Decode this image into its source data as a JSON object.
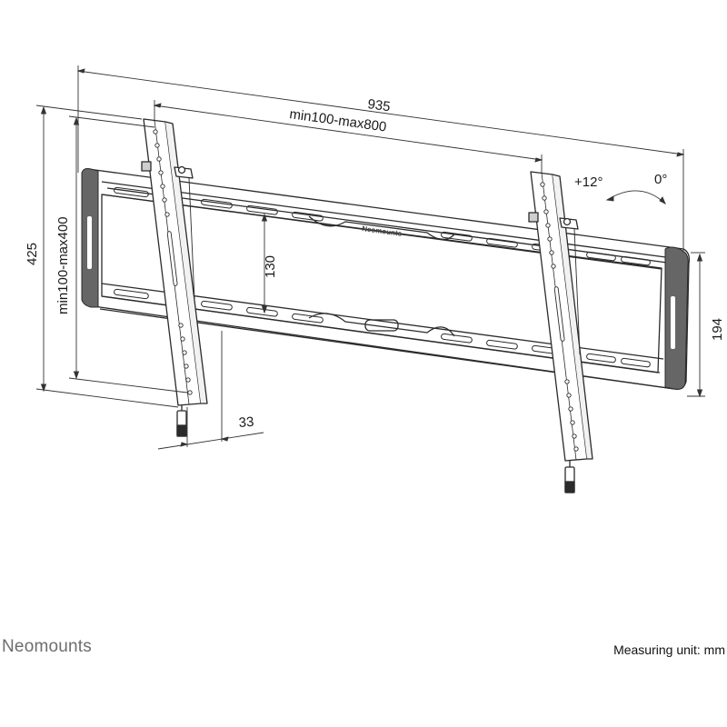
{
  "diagram": {
    "dimensions": {
      "overall_width": "935",
      "vesa_horizontal": "min100-max800",
      "overall_height": "425",
      "vesa_vertical": "min100-max400",
      "rail_spacing": "130",
      "plate_height": "194",
      "wall_distance": "33",
      "tilt_angle": "+12°",
      "zero_angle": "0°"
    },
    "plate_brand": "Neomounts"
  },
  "footer": {
    "brand": "Neomounts",
    "measuring_unit": "Measuring unit: mm"
  },
  "colors": {
    "line": "#2b2b2b",
    "end_cap": "#666666",
    "brand_text": "#6d6d6d"
  }
}
